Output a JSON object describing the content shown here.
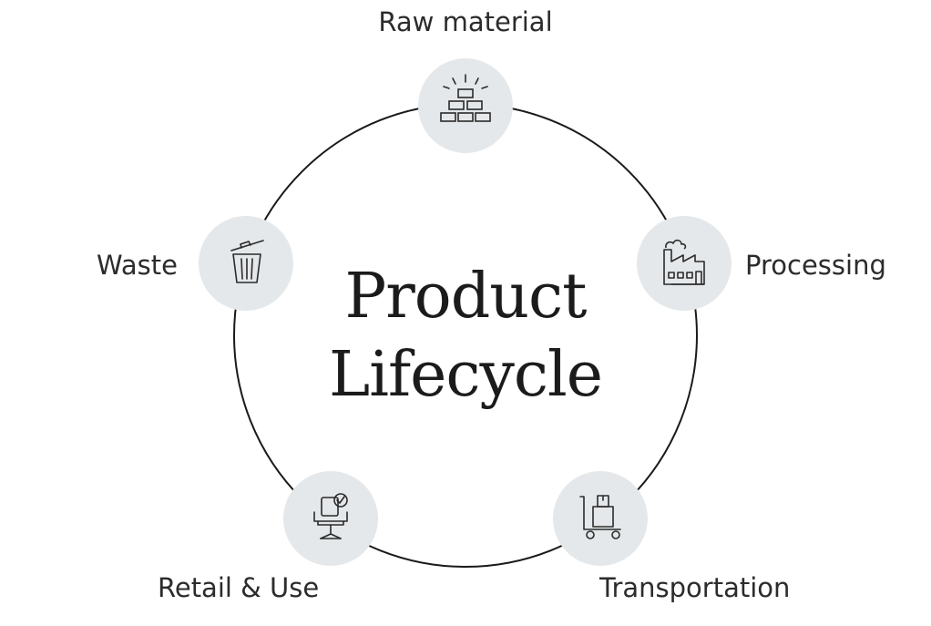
{
  "title": {
    "line1": "Product",
    "line2": "Lifecycle"
  },
  "stages": [
    {
      "id": "raw-material",
      "label": "Raw material",
      "icon": "bricks-icon"
    },
    {
      "id": "processing",
      "label": "Processing",
      "icon": "factory-icon"
    },
    {
      "id": "transportation",
      "label": "Transportation",
      "icon": "hand-truck-icon"
    },
    {
      "id": "retail-use",
      "label": "Retail & Use",
      "icon": "office-chair-icon"
    },
    {
      "id": "waste",
      "label": "Waste",
      "icon": "trash-bin-icon"
    }
  ],
  "colors": {
    "ring": "#1a1a1a",
    "node_fill": "#e5e8ea",
    "icon_stroke": "#2b2b2b",
    "text": "#2c2c2c"
  }
}
